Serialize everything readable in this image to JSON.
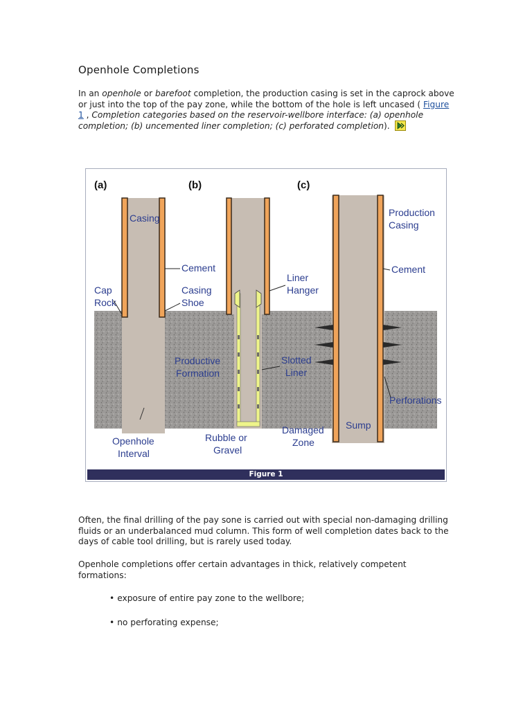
{
  "heading": "Openhole Completions",
  "intro": {
    "t1": "In an ",
    "openhole": "openhole",
    "t2": " or ",
    "barefoot": "barefoot",
    "t3": " completion, the production casing is set in the caprock above or just into the top of the pay zone, while the bottom of the hole is left uncased ( ",
    "figure_link": "Figure 1",
    "t4": " , ",
    "caption_italic": "Completion categories based on the reservoir-wellbore interface: (a) openhole completion; (b) uncemented liner completion; (c) perforated completion",
    "t5": "). ",
    "go_icon": "figure-link-icon"
  },
  "figure": {
    "caption": "Figure 1",
    "panels": [
      "(a)",
      "(b)",
      "(c)"
    ],
    "labels": {
      "casing": "Casing",
      "cement_a": "Cement",
      "cap": "Cap",
      "rock": "Rock",
      "casing2": "Casing",
      "shoe": "Shoe",
      "productive": "Productive",
      "formation": "Formation",
      "openhole": "Openhole",
      "interval": "Interval",
      "liner": "Liner",
      "hanger": "Hanger",
      "slotted": "Slotted",
      "liner2": "Liner",
      "rubble": "Rubble or",
      "gravel": "Gravel",
      "damaged": "Damaged",
      "zone": "Zone",
      "production": "Production",
      "casing3": "Casing",
      "cement_c": "Cement",
      "perforations": "Perforations",
      "sump": "Sump"
    },
    "colors": {
      "formation": "#9c9a98",
      "wellbore": "#c7bdb3",
      "cement": "#f0a45a",
      "casing": "#3a2a1a",
      "liner": "#eef48a",
      "label": "#2b3d8f",
      "caption_bg": "#2f2f5c"
    }
  },
  "para2": "Often, the final drilling of the pay sone is carried out with special non-damaging drilling fluids or an underbalanced mud column. This form of well completion dates back to the days of cable tool drilling, but is rarely used today.",
  "para3": "Openhole completions offer certain advantages in thick, relatively competent formations:",
  "bullets": [
    "exposure of entire pay zone to the wellbore;",
    "no perforating expense;"
  ]
}
